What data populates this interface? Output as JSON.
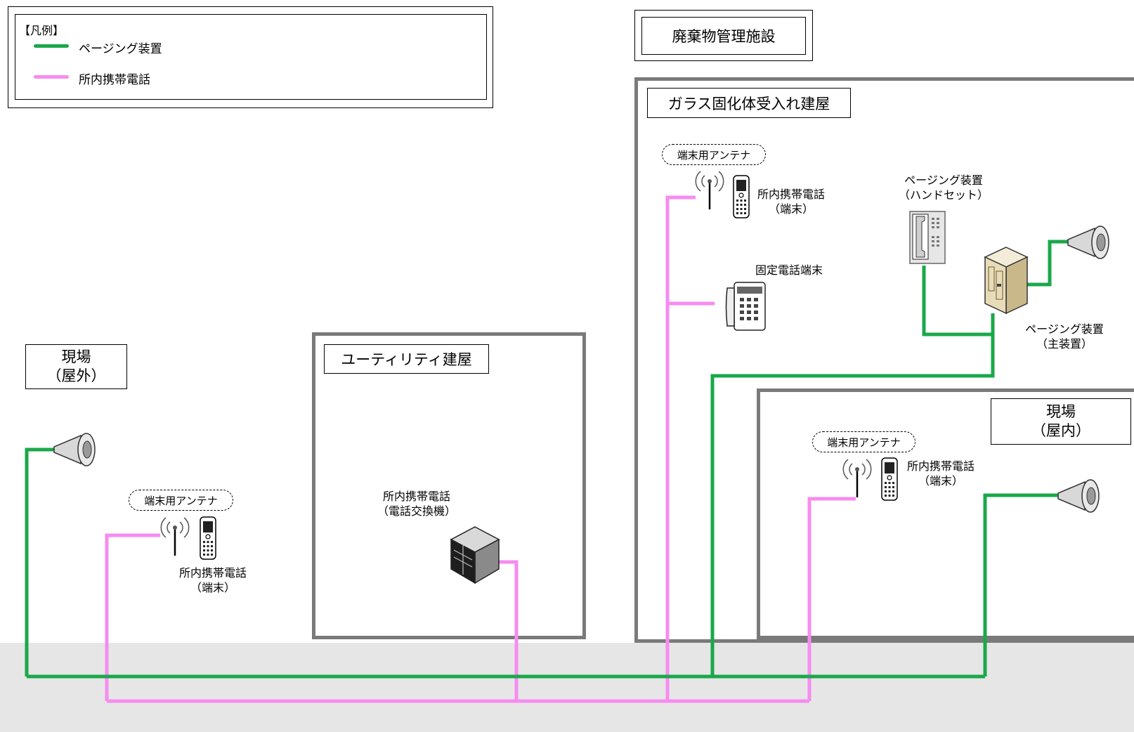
{
  "legend": {
    "title": "【凡例】",
    "items": [
      {
        "label": "ページング装置",
        "color": "#1aa84a"
      },
      {
        "label": "所内携帯電話",
        "color": "#f68cf0"
      }
    ]
  },
  "buildings": {
    "facility_title": "廃棄物管理施設",
    "vitrified_building": "ガラス固化体受入れ建屋",
    "utility_building": "ユーティリティ建屋",
    "site_outdoor_line1": "現場",
    "site_outdoor_line2": "（屋外）",
    "site_indoor_line1": "現場",
    "site_indoor_line2": "（屋内）"
  },
  "devices": {
    "antenna_label": "端末用アンテナ",
    "mobile_line1": "所内携帯電話",
    "mobile_line2": "（端末）",
    "fixed_phone": "固定電話端末",
    "handset_line1": "ページング装置",
    "handset_line2": "（ハンドセット）",
    "main_unit_line1": "ページング装置",
    "main_unit_line2": "（主装置）",
    "exchange_line1": "所内携帯電話",
    "exchange_line2": "（電話交換機）"
  },
  "colors": {
    "paging": "#1aa84a",
    "mobile": "#f68cf0",
    "ground": "#e6e6e6",
    "building_border": "#7a7a7a"
  }
}
